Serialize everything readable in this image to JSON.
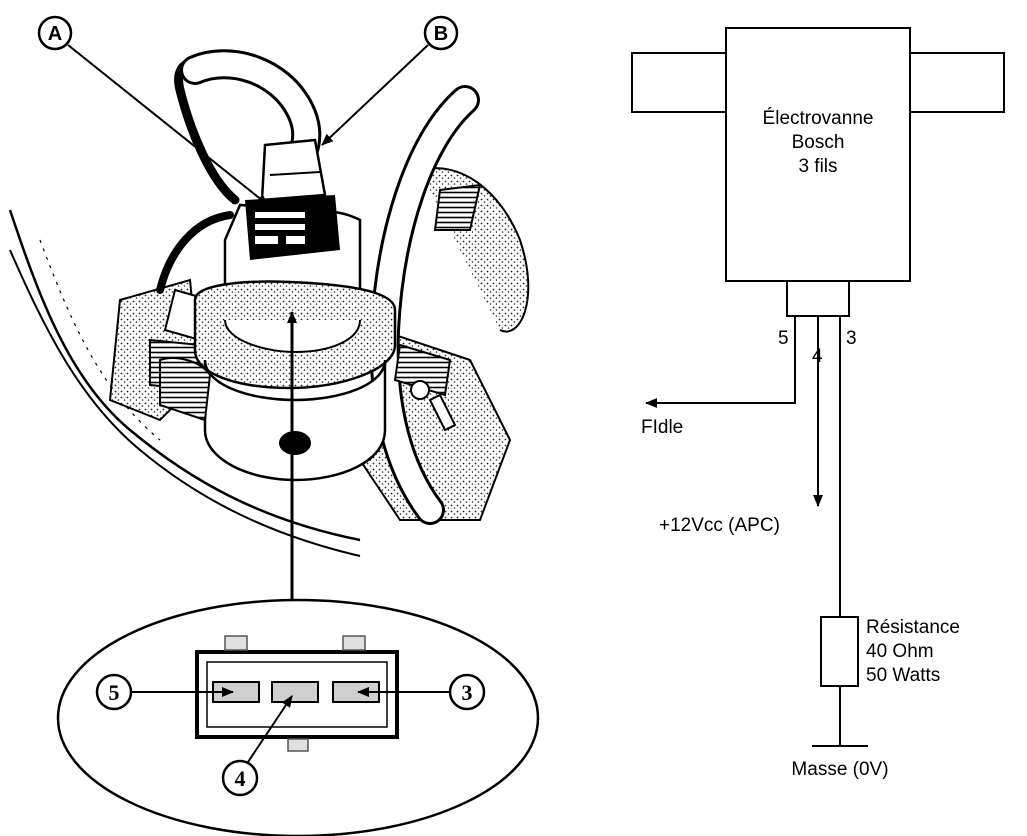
{
  "illustration": {
    "callout_a": "A",
    "callout_b": "B",
    "pins": {
      "p5": "5",
      "p4": "4",
      "p3": "3"
    }
  },
  "schematic": {
    "valve": {
      "line1": "Électrovanne",
      "line2": "Bosch",
      "line3": "3 fils"
    },
    "wires": {
      "w5": "5",
      "w4": "4",
      "w3": "3"
    },
    "outputs": {
      "fidle": "FIdle",
      "supply": "+12Vcc (APC)"
    },
    "resistor": {
      "line1": "Résistance",
      "line2": "40 Ohm",
      "line3": "50 Watts"
    },
    "ground": "Masse (0V)"
  }
}
